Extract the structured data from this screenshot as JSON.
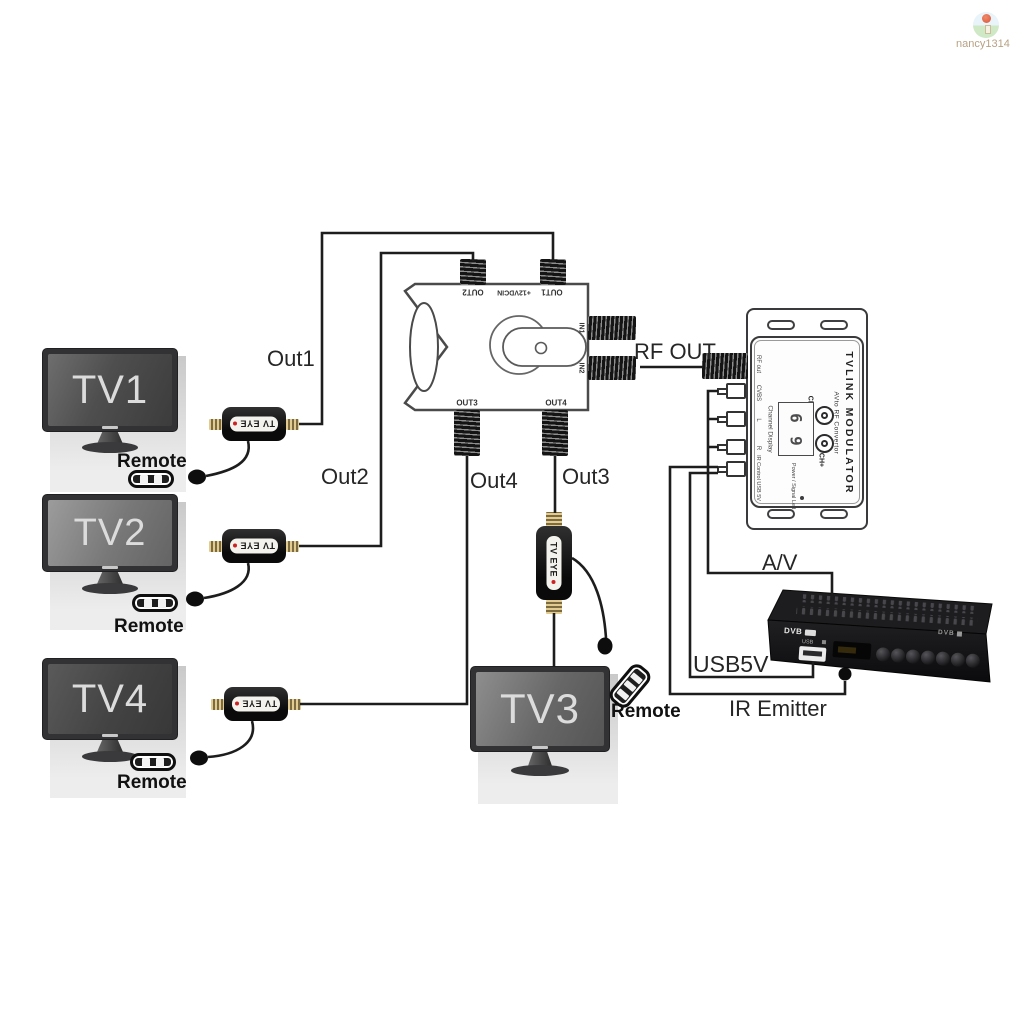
{
  "watermark": {
    "text": "nancy1314"
  },
  "wire_labels": {
    "out1": "Out1",
    "out2": "Out2",
    "out3": "Out3",
    "out4": "Out4",
    "rf_out": "RF OUT",
    "av": "A/V",
    "usb5v": "USB5V",
    "ir_emitter": "IR Emitter"
  },
  "tvs": [
    {
      "label": "TV1",
      "remote": "Remote"
    },
    {
      "label": "TV2",
      "remote": "Remote"
    },
    {
      "label": "TV3",
      "remote": "Remote"
    },
    {
      "label": "TV4",
      "remote": "Remote"
    }
  ],
  "tv_eye": {
    "label": "TV EYE"
  },
  "splitter": {
    "out1": "OUT1",
    "out2": "OUT2",
    "out3": "OUT3",
    "out4": "OUT4",
    "in1": "IN1",
    "in2": "IN2",
    "power_in": "+12VDCIN"
  },
  "modulator": {
    "title": "TVLINK MODULATOR",
    "subtitle": "AVto RF Convertor",
    "ch_down": "CH-",
    "ch_up": "CH+",
    "channel_display_label": "Channel Display",
    "digit_top": "6",
    "digit_bottom": "9",
    "power_led_label": "Power / Signal Led",
    "port_rf": "RF out",
    "port_cvbs": "CVBS",
    "port_l": "L",
    "port_r": "R",
    "port_ir": "IR Control USB 5V"
  },
  "stb": {
    "brand": "DVB",
    "usb_label": "USB",
    "model_text": "DVB"
  }
}
